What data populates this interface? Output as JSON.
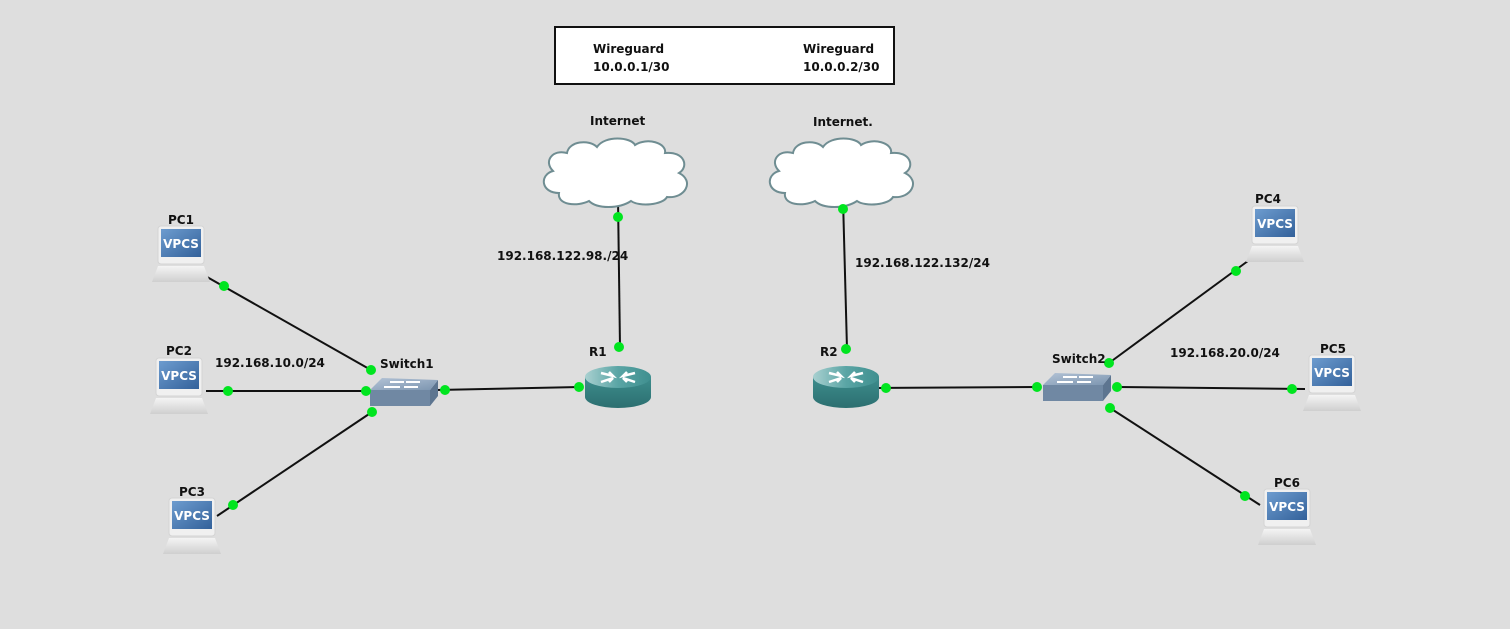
{
  "topology": {
    "note": {
      "left": {
        "title": "Wireguard",
        "address": "10.0.0.1/30"
      },
      "right": {
        "title": "Wireguard",
        "address": "10.0.0.2/30"
      }
    },
    "clouds": [
      {
        "id": "cloud1",
        "label": "Internet"
      },
      {
        "id": "cloud2",
        "label": "Internet."
      }
    ],
    "routers": [
      {
        "id": "r1",
        "label": "R1"
      },
      {
        "id": "r2",
        "label": "R2"
      }
    ],
    "switches": [
      {
        "id": "sw1",
        "label": "Switch1"
      },
      {
        "id": "sw2",
        "label": "Switch2"
      }
    ],
    "pcs": [
      {
        "id": "pc1",
        "label": "PC1",
        "screen_text": "VPCS"
      },
      {
        "id": "pc2",
        "label": "PC2",
        "screen_text": "VPCS"
      },
      {
        "id": "pc3",
        "label": "PC3",
        "screen_text": "VPCS"
      },
      {
        "id": "pc4",
        "label": "PC4",
        "screen_text": "VPCS"
      },
      {
        "id": "pc5",
        "label": "PC5",
        "screen_text": "VPCS"
      },
      {
        "id": "pc6",
        "label": "PC6",
        "screen_text": "VPCS"
      }
    ],
    "annotations": {
      "r1_wan": "192.168.122.98./24",
      "r2_wan": "192.168.122.132/24",
      "lan1": "192.168.10.0/24",
      "lan2": "192.168.20.0/24"
    },
    "links": [
      {
        "from": "cloud1",
        "to": "r1"
      },
      {
        "from": "cloud2",
        "to": "r2"
      },
      {
        "from": "r1",
        "to": "sw1"
      },
      {
        "from": "r2",
        "to": "sw2"
      },
      {
        "from": "sw1",
        "to": "pc1"
      },
      {
        "from": "sw1",
        "to": "pc2"
      },
      {
        "from": "sw1",
        "to": "pc3"
      },
      {
        "from": "sw2",
        "to": "pc4"
      },
      {
        "from": "sw2",
        "to": "pc5"
      },
      {
        "from": "sw2",
        "to": "pc6"
      }
    ],
    "colors": {
      "background": "#dedede",
      "link": "#111111",
      "port_up": "#00e51f",
      "router": "#3a8e8e",
      "switch": "#7f97b0",
      "cloud_stroke": "#6f8d92",
      "vpcs_screen": "#3f6fa6"
    }
  }
}
